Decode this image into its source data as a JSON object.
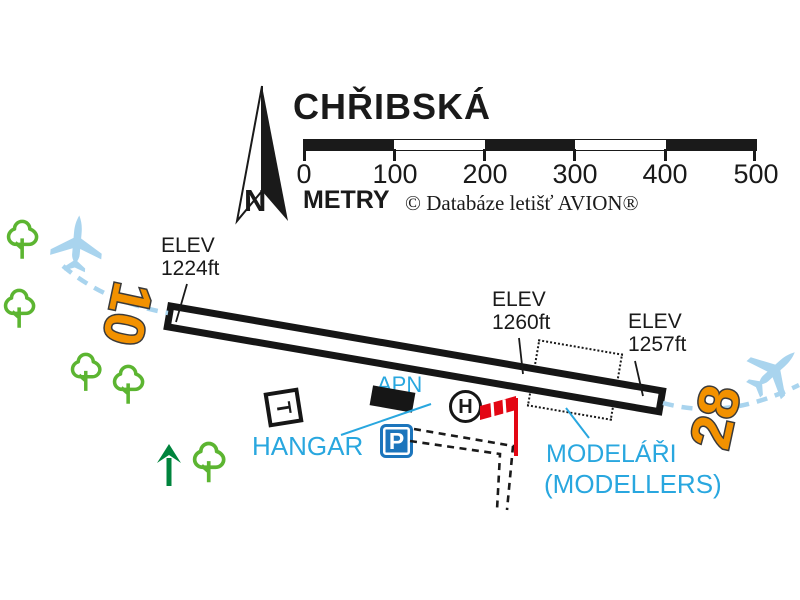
{
  "title": "CHŘIBSKÁ",
  "north": {
    "label": "N"
  },
  "scale": {
    "ticks": [
      "0",
      "100",
      "200",
      "300",
      "400",
      "500"
    ],
    "unit": "METRY",
    "copyright": "© Databáze letišť AVION®"
  },
  "runway": {
    "designator_left": "10",
    "designator_right": "28",
    "elevations": [
      {
        "line1": "ELEV",
        "line2": "1224ft"
      },
      {
        "line1": "ELEV",
        "line2": "1260ft"
      },
      {
        "line1": "ELEV",
        "line2": "1257ft"
      }
    ]
  },
  "labels": {
    "apron": "APN",
    "hangar": "HANGAR",
    "modellers_cz": "MODELÁŘI",
    "modellers_en": "(MODELLERS)"
  },
  "symbols": {
    "parking": "P",
    "helipad": "H",
    "signal_square": "T"
  },
  "colors": {
    "ink": "#1a1a1a",
    "label_cyan": "#29a7df",
    "runway_number_orange": "#f29100",
    "approach_blue": "#a9d4ee",
    "tree_green": "#5cb531",
    "arrow_dark_green": "#00843d",
    "windsock_red": "#e30613",
    "parking_blue": "#1c75bc"
  }
}
